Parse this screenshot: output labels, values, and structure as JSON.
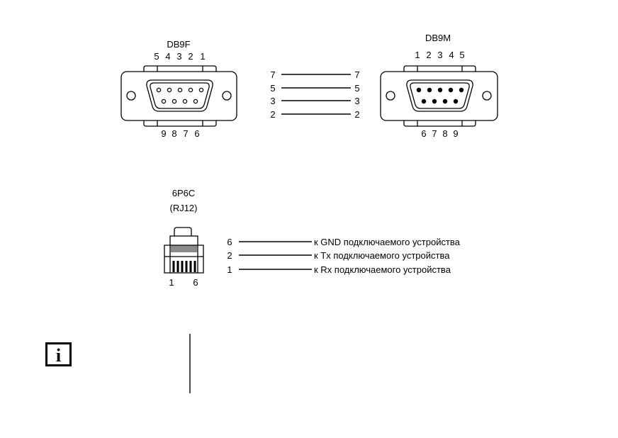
{
  "db9f": {
    "title": "DB9F",
    "top_pins": [
      "5",
      "4",
      "3",
      "2",
      "1"
    ],
    "bottom_pins": [
      "9",
      "8",
      "7",
      "6"
    ]
  },
  "db9m": {
    "title": "DB9M",
    "top_pins": [
      "1",
      "2",
      "3",
      "4",
      "5"
    ],
    "bottom_pins": [
      "6",
      "7",
      "8",
      "9"
    ]
  },
  "db9_wires": [
    {
      "left": "7",
      "right": "7"
    },
    {
      "left": "5",
      "right": "5"
    },
    {
      "left": "3",
      "right": "3"
    },
    {
      "left": "2",
      "right": "2"
    }
  ],
  "rj12": {
    "title": "6P6C",
    "subtitle": "(RJ12)",
    "pin_left": "1",
    "pin_right": "6"
  },
  "rj12_wires": [
    {
      "pin": "6",
      "label": "к GND подключаемого устройства"
    },
    {
      "pin": "2",
      "label": "к Tx подключаемого устройства"
    },
    {
      "pin": "1",
      "label": "к Rx подключаемого устройства"
    }
  ],
  "info": {
    "icon": "info-icon",
    "glyph": "i"
  }
}
